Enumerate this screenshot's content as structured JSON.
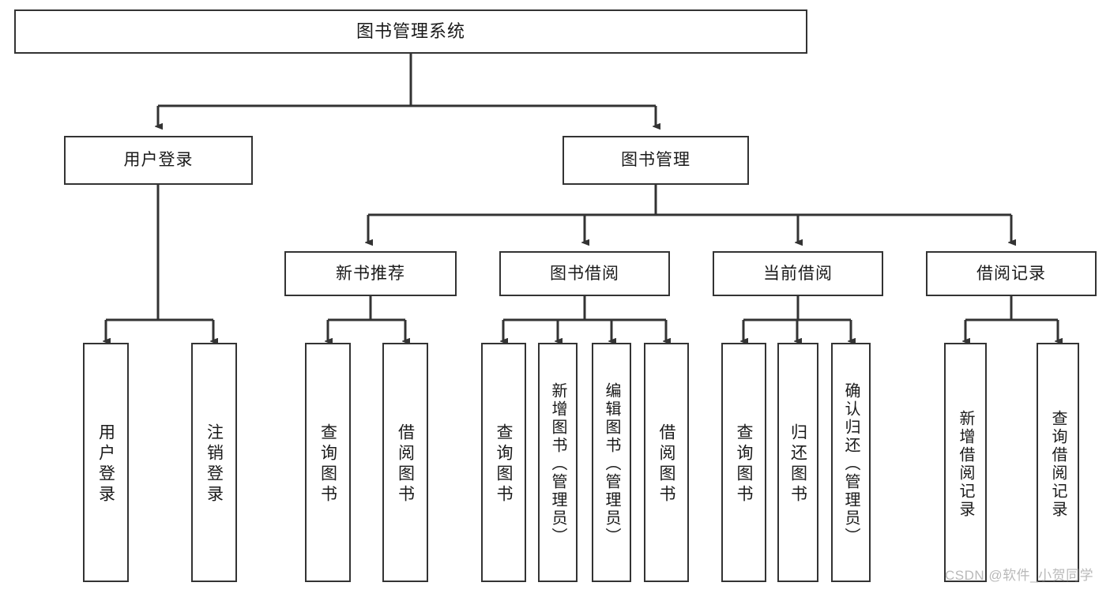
{
  "diagram": {
    "title": "图书管理系统",
    "type": "tree-hierarchy-chart",
    "watermark": "CSDN @软件_小贺同学",
    "line_color": "#333333",
    "box_fill": "#ffffff",
    "text_color": "#1a1a1a"
  },
  "nodes": {
    "root": {
      "label": "图书管理系统"
    },
    "level1": [
      {
        "id": "user-login",
        "label": "用户登录"
      },
      {
        "id": "book-manage",
        "label": "图书管理"
      }
    ],
    "level2": [
      {
        "id": "new-book-recommend",
        "label": "新书推荐"
      },
      {
        "id": "book-borrow",
        "label": "图书借阅"
      },
      {
        "id": "current-borrow",
        "label": "当前借阅"
      },
      {
        "id": "borrow-record",
        "label": "借阅记录"
      }
    ],
    "leaves": [
      {
        "id": "leaf-user-login",
        "label": "用户登录",
        "parent": "user-login"
      },
      {
        "id": "leaf-logout-login",
        "label": "注销登录",
        "parent": "user-login"
      },
      {
        "id": "leaf-query-book-1",
        "label": "查询图书",
        "parent": "new-book-recommend"
      },
      {
        "id": "leaf-borrow-book-1",
        "label": "借阅图书",
        "parent": "new-book-recommend"
      },
      {
        "id": "leaf-query-book-2",
        "label": "查询图书",
        "parent": "book-borrow"
      },
      {
        "id": "leaf-add-book",
        "label": "新增图书（管理员）",
        "parent": "book-borrow"
      },
      {
        "id": "leaf-edit-book",
        "label": "编辑图书（管理员）",
        "parent": "book-borrow"
      },
      {
        "id": "leaf-borrow-book-2",
        "label": "借阅图书",
        "parent": "book-borrow"
      },
      {
        "id": "leaf-query-book-3",
        "label": "查询图书",
        "parent": "current-borrow"
      },
      {
        "id": "leaf-return-book",
        "label": "归还图书",
        "parent": "current-borrow"
      },
      {
        "id": "leaf-confirm-return",
        "label": "确认归还（管理员）",
        "parent": "current-borrow"
      },
      {
        "id": "leaf-add-record",
        "label": "新增借阅记录",
        "parent": "borrow-record"
      },
      {
        "id": "leaf-query-record",
        "label": "查询借阅记录",
        "parent": "borrow-record"
      }
    ]
  }
}
